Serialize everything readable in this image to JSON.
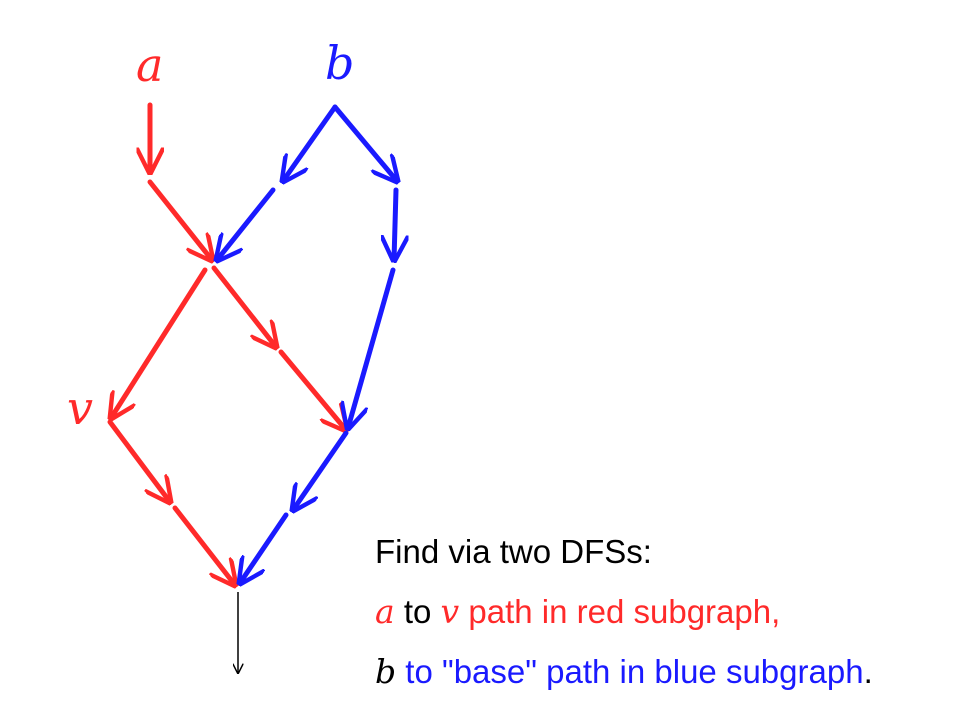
{
  "colors": {
    "red": "#ff2a2a",
    "blue": "#1a1aff",
    "black": "#000000"
  },
  "nodes": {
    "a": "a",
    "b": "b",
    "v": "v"
  },
  "caption": {
    "line1": "Find via two DFSs:",
    "line2": {
      "var1": "a",
      "to": " to ",
      "var2": "v",
      "rest": " path in red subgraph,"
    },
    "line3": {
      "var1": "b",
      "rest": " to \"base\" path in blue subgraph",
      "period": "."
    }
  }
}
